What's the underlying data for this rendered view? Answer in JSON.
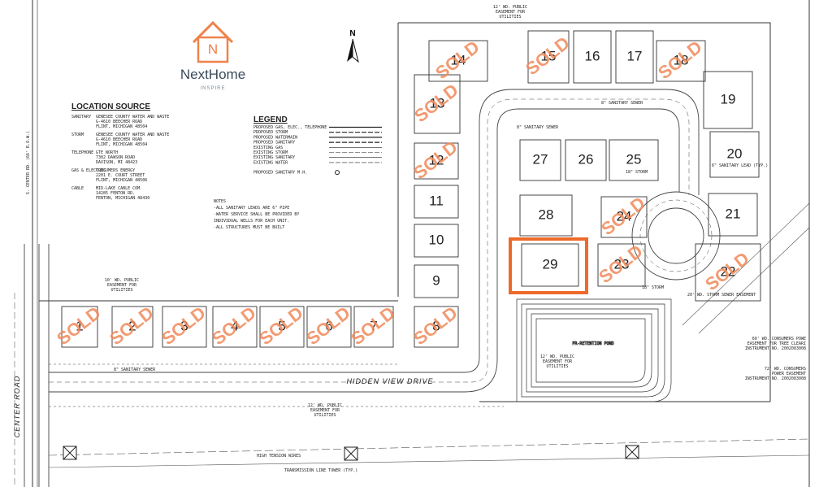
{
  "brand": {
    "name": "NextHome",
    "sub": "INSPIRE",
    "logo_letter": "N",
    "color": "#f0814a"
  },
  "north_label": "N",
  "location_source": {
    "title": "LOCATION SOURCE",
    "rows": [
      {
        "label": "SANITARY",
        "lines": [
          "GENESEE COUNTY WATER AND WASTE",
          "G-4610 BEECHER ROAD",
          "FLINT, MICHIGAN 48504"
        ]
      },
      {
        "label": "STORM",
        "lines": [
          "GENESEE COUNTY WATER AND WASTE",
          "G-4610 BEECHER ROAD",
          "FLINT, MICHIGAN 48504"
        ]
      },
      {
        "label": "TELEPHONE",
        "lines": [
          "GTE NORTH",
          "7302 DAWSON ROAD",
          "DAVISON, MI 48423"
        ]
      },
      {
        "label": "GAS & ELECTRIC",
        "lines": [
          "CONSUMERS ENERGY",
          "2201 E. COURT STREET",
          "FLINT, MICHIGAN 48506"
        ]
      },
      {
        "label": "CABLE",
        "lines": [
          "MID-LAKE CABLE COM.",
          "14285 FENTON RD.",
          "FENTON, MICHIGAN 48430"
        ]
      }
    ]
  },
  "legend": {
    "title": "LEGEND",
    "items": [
      "PROPOSED GAS, ELEC., TELEPHONE",
      "PROPOSED STORM",
      "PROPOSED WATERMAIN",
      "PROPOSED SANITARY",
      "EXISTING GAS",
      "EXISTING STORM",
      "EXISTING SANITARY",
      "EXISTING WATER",
      "PROPOSED SANITARY M.H."
    ]
  },
  "notes": {
    "title": "NOTES",
    "lines": [
      "-ALL SANITARY LEADS ARE 6\" PIPE",
      "-WATER SERVICE SHALL BE PROVIDED BY",
      " INDIVIDUAL WELLS FOR EACH UNIT.",
      "-ALL STRUCTURES MUST BE BUILT"
    ]
  },
  "road_labels": {
    "drive": "HIDDEN VIEW DRIVE",
    "center": "CENTER ROAD"
  },
  "annotations": {
    "top_easement": [
      "12' WD. PUBLIC",
      "EASEMENT FOR",
      "UTILITIES"
    ],
    "left_easement": [
      "10' WD. PUBLIC",
      "EASEMENT FOR",
      "UTILITIES"
    ],
    "bottom_easement": [
      "12' WD. PUBLIC",
      "EASEMENT FOR",
      "UTILITIES"
    ],
    "mid_easement": [
      "12' WD. PUBLIC",
      "EASEMENT FOR",
      "UTILITIES"
    ],
    "pond": "PR-RETENTION POND",
    "high_tension": "HIGH TENSION WIRES",
    "tower": "TRANSMISSION LINE TOWER (TYP.)",
    "consumers_1": [
      "60' WD. CONSUMERS POWE",
      "EASEMENT FOR TREE CLEARI",
      "INSTRUMENT NO. 2002083008"
    ],
    "consumers_2": [
      "72' WD. CONSUMERS",
      "POWER EASEMENT",
      "INSTRUMENT NO. 2002083008"
    ],
    "sanitary_sewer": "8\" SANITARY SEWER",
    "storm": "18\" STORM",
    "sanitary_lead": "6\" SANITARY LEAD (TYP.)",
    "storm_sewer_easement": "20' WD. STORM SEWER EASEMENT",
    "center_row": "S. CENTER RD. (66' R.O.W.)"
  },
  "lots": [
    {
      "n": "1",
      "sold": true
    },
    {
      "n": "2",
      "sold": true
    },
    {
      "n": "3",
      "sold": true
    },
    {
      "n": "4",
      "sold": true
    },
    {
      "n": "5",
      "sold": true
    },
    {
      "n": "6",
      "sold": true
    },
    {
      "n": "7",
      "sold": true
    },
    {
      "n": "8",
      "sold": true
    },
    {
      "n": "9",
      "sold": false
    },
    {
      "n": "10",
      "sold": false
    },
    {
      "n": "11",
      "sold": false
    },
    {
      "n": "12",
      "sold": true
    },
    {
      "n": "13",
      "sold": true
    },
    {
      "n": "14",
      "sold": true
    },
    {
      "n": "15",
      "sold": true
    },
    {
      "n": "16",
      "sold": false
    },
    {
      "n": "17",
      "sold": false
    },
    {
      "n": "18",
      "sold": true
    },
    {
      "n": "19",
      "sold": false
    },
    {
      "n": "20",
      "sold": false
    },
    {
      "n": "21",
      "sold": false
    },
    {
      "n": "22",
      "sold": true
    },
    {
      "n": "23",
      "sold": true
    },
    {
      "n": "24",
      "sold": true
    },
    {
      "n": "25",
      "sold": false
    },
    {
      "n": "26",
      "sold": false
    },
    {
      "n": "27",
      "sold": false
    },
    {
      "n": "28",
      "sold": false
    },
    {
      "n": "29",
      "sold": false,
      "highlighted": true
    }
  ],
  "sold_label": "SOLD",
  "highlight_color": "#ee6a2a"
}
